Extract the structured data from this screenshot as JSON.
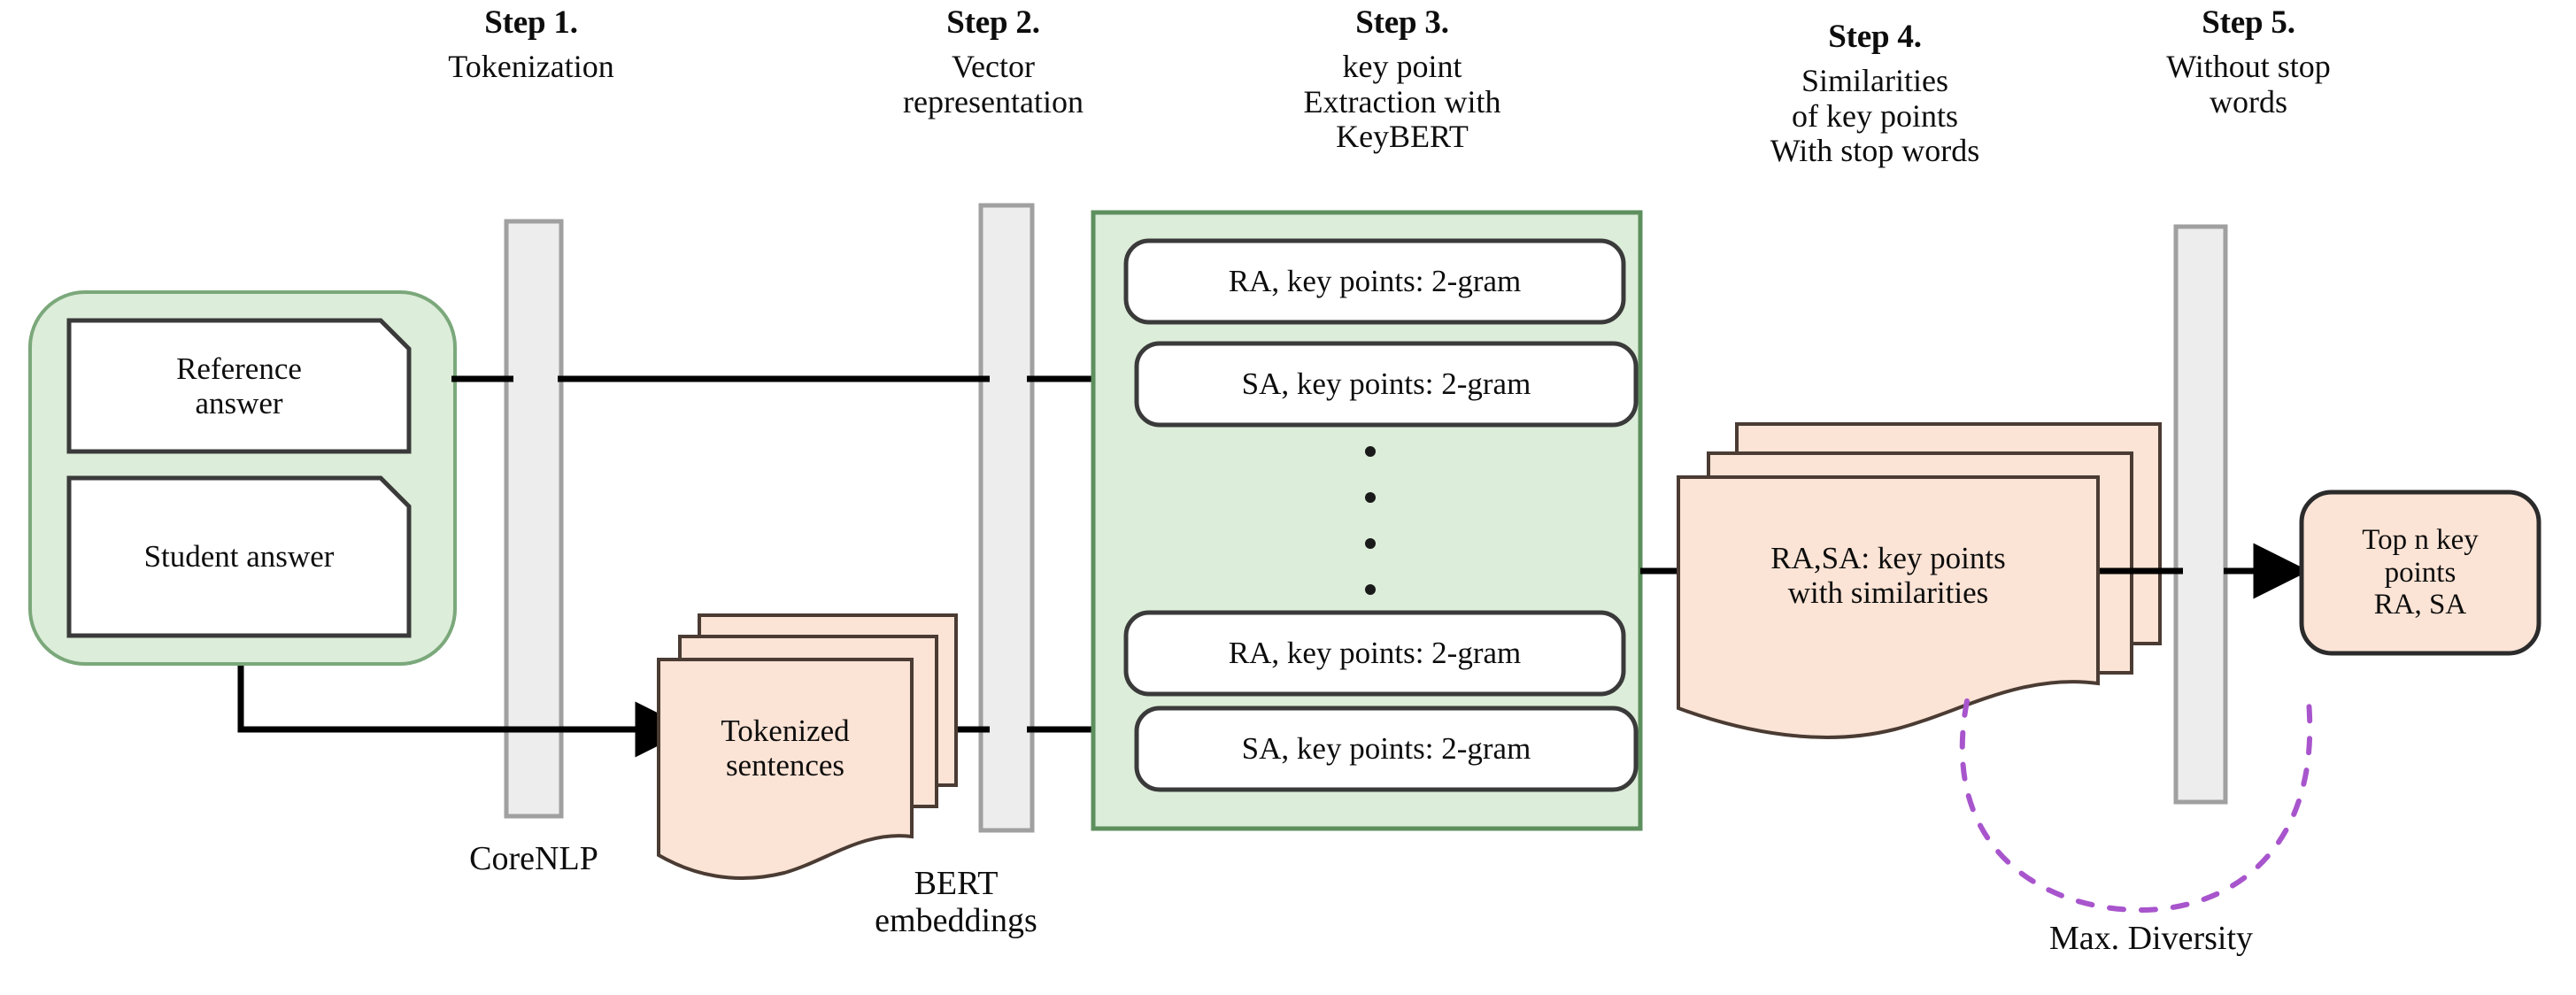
{
  "diagram": {
    "title_note": "Key point extraction and similarity pipeline",
    "colors": {
      "green_fill": "#dcedd9",
      "green_stroke": "#7ba87b",
      "peach_fill": "#fbe3d5",
      "peach_stroke": "#4a3b33",
      "gray_fill": "#ededed",
      "gray_stroke": "#a0a0a0",
      "line": "#000000",
      "dashed_arc": "#a855cd",
      "box_stroke": "#3a3a3a",
      "text": "#0d0d0d"
    }
  },
  "steps": [
    {
      "id": "step1",
      "title": "Step 1.",
      "subtitle": "Tokenization"
    },
    {
      "id": "step2",
      "title": "Step 2.",
      "subtitle": "Vector\nrepresentation"
    },
    {
      "id": "step3",
      "title": "Step 3.",
      "subtitle": "key point\nExtraction with\nKeyBERT"
    },
    {
      "id": "step4",
      "title": "Step 4.",
      "subtitle": "Similarities\nof key points\nWith stop words"
    },
    {
      "id": "step5",
      "title": "Step 5.",
      "subtitle": "Without stop\nwords"
    }
  ],
  "inputs": {
    "group_label": "answers-group",
    "documents": [
      {
        "id": "reference-answer",
        "text": "Reference\nanswer"
      },
      {
        "id": "student-answer",
        "text": "Student answer"
      }
    ]
  },
  "processors": [
    {
      "id": "corenlp-bar",
      "label": "CoreNLP"
    },
    {
      "id": "bert-bar",
      "label": "BERT\nembeddings"
    },
    {
      "id": "stopword-bar",
      "label": ""
    }
  ],
  "artifacts": {
    "tokenized": {
      "id": "tokenized-sentences",
      "text": "Tokenized\nsentences",
      "stack": 3
    },
    "similarities": {
      "id": "ra-sa-similarities",
      "text": "RA,SA: key points\nwith similarities",
      "stack": 3
    },
    "top_n": {
      "id": "top-n-key-points",
      "text": "Top n key\npoints\nRA, SA"
    }
  },
  "keypoint_panel": {
    "id": "keybert-panel",
    "items": [
      {
        "text": "RA, key points: 2-gram"
      },
      {
        "text": "SA, key points: 2-gram"
      },
      {
        "text": "RA, key points: 2-gram"
      },
      {
        "text": "SA, key points: 2-gram"
      }
    ],
    "ellipsis_dots": 4
  },
  "annotations": [
    {
      "id": "max-diversity",
      "text": "Max. Diversity"
    }
  ]
}
